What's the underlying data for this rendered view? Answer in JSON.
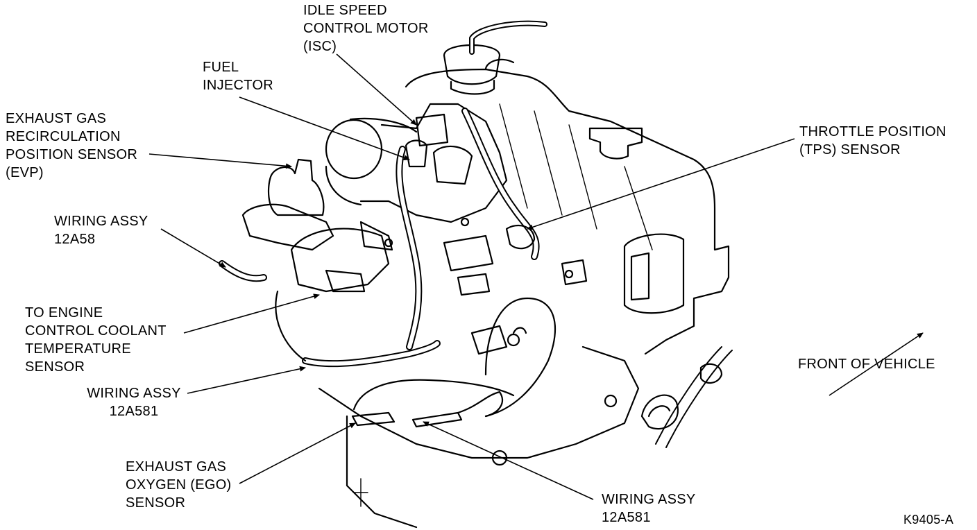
{
  "labels": {
    "isc": [
      "IDLE SPEED",
      "CONTROL MOTOR",
      "(ISC)"
    ],
    "fuel_injector": [
      "FUEL",
      "INJECTOR"
    ],
    "evp": [
      "EXHAUST GAS",
      "RECIRCULATION",
      "POSITION SENSOR",
      "(EVP)"
    ],
    "tps": [
      "THROTTLE POSITION",
      "(TPS) SENSOR"
    ],
    "wiring_12a58": [
      "WIRING ASSY",
      "12A58"
    ],
    "coolant": [
      "TO ENGINE",
      "CONTROL COOLANT",
      "TEMPERATURE",
      "SENSOR"
    ],
    "front": "FRONT OF VEHICLE",
    "wiring_12a581_left": [
      "WIRING ASSY",
      "12A581"
    ],
    "ego": [
      "EXHAUST GAS",
      "OXYGEN (EGO)",
      "SENSOR"
    ],
    "wiring_12a581_bottom": [
      "WIRING ASSY",
      "12A581"
    ],
    "figure_id": "K9405-A"
  }
}
